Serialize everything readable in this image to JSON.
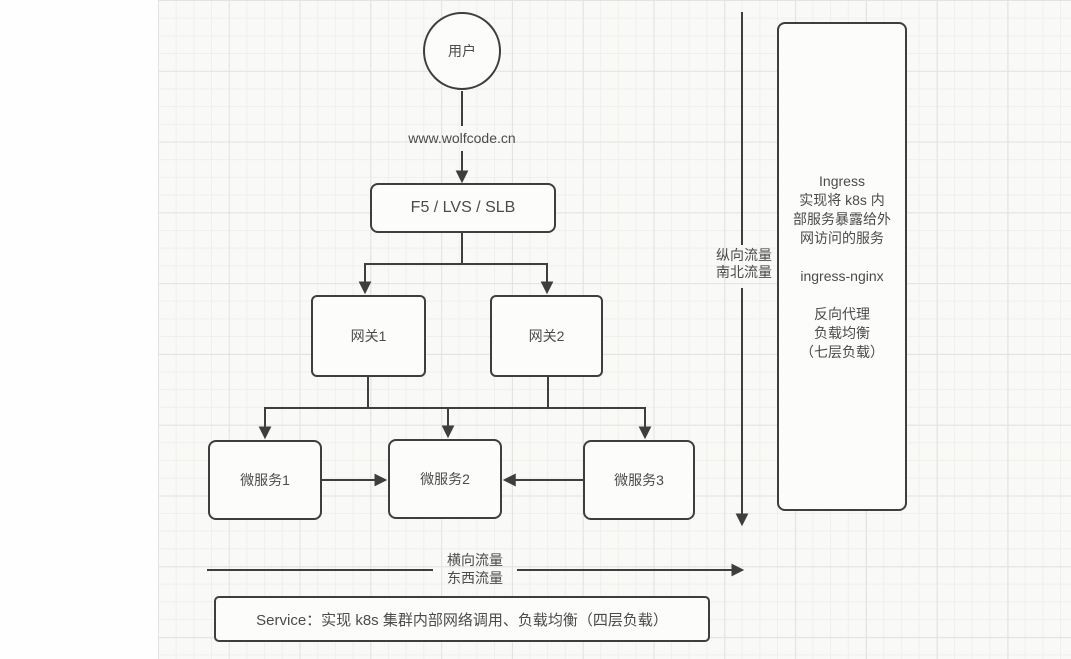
{
  "diagram": {
    "nodes": {
      "user": {
        "label": "用户"
      },
      "loadbalancer": {
        "label": "F5 / LVS / SLB"
      },
      "gateway1": {
        "label": "网关1"
      },
      "gateway2": {
        "label": "网关2"
      },
      "microservice1": {
        "label": "微服务1"
      },
      "microservice2": {
        "label": "微服务2"
      },
      "microservice3": {
        "label": "微服务3"
      },
      "ingress_note": {
        "label": "Ingress\n实现将 k8s 内\n部服务暴露给外\n网访问的服务\n\ningress-nginx\n\n反向代理\n负载均衡\n（七层负载）"
      },
      "service_note": {
        "label": "Service：实现 k8s 集群内部网络调用、负载均衡（四层负载）"
      }
    },
    "labels": {
      "domain": "www.wolfcode.cn",
      "vertical_flow": "纵向流量\n南北流量",
      "horizontal_flow": "横向流量\n东西流量"
    },
    "colors": {
      "stroke": "#3e3e3e",
      "text": "#4b4b4b",
      "node_fill": "#fcfcfb",
      "grid_background": "#f9faf7",
      "grid_minor_line": "#eef0eb",
      "grid_major_line": "#e2e4df",
      "margin_strip": "#fefefe"
    }
  }
}
